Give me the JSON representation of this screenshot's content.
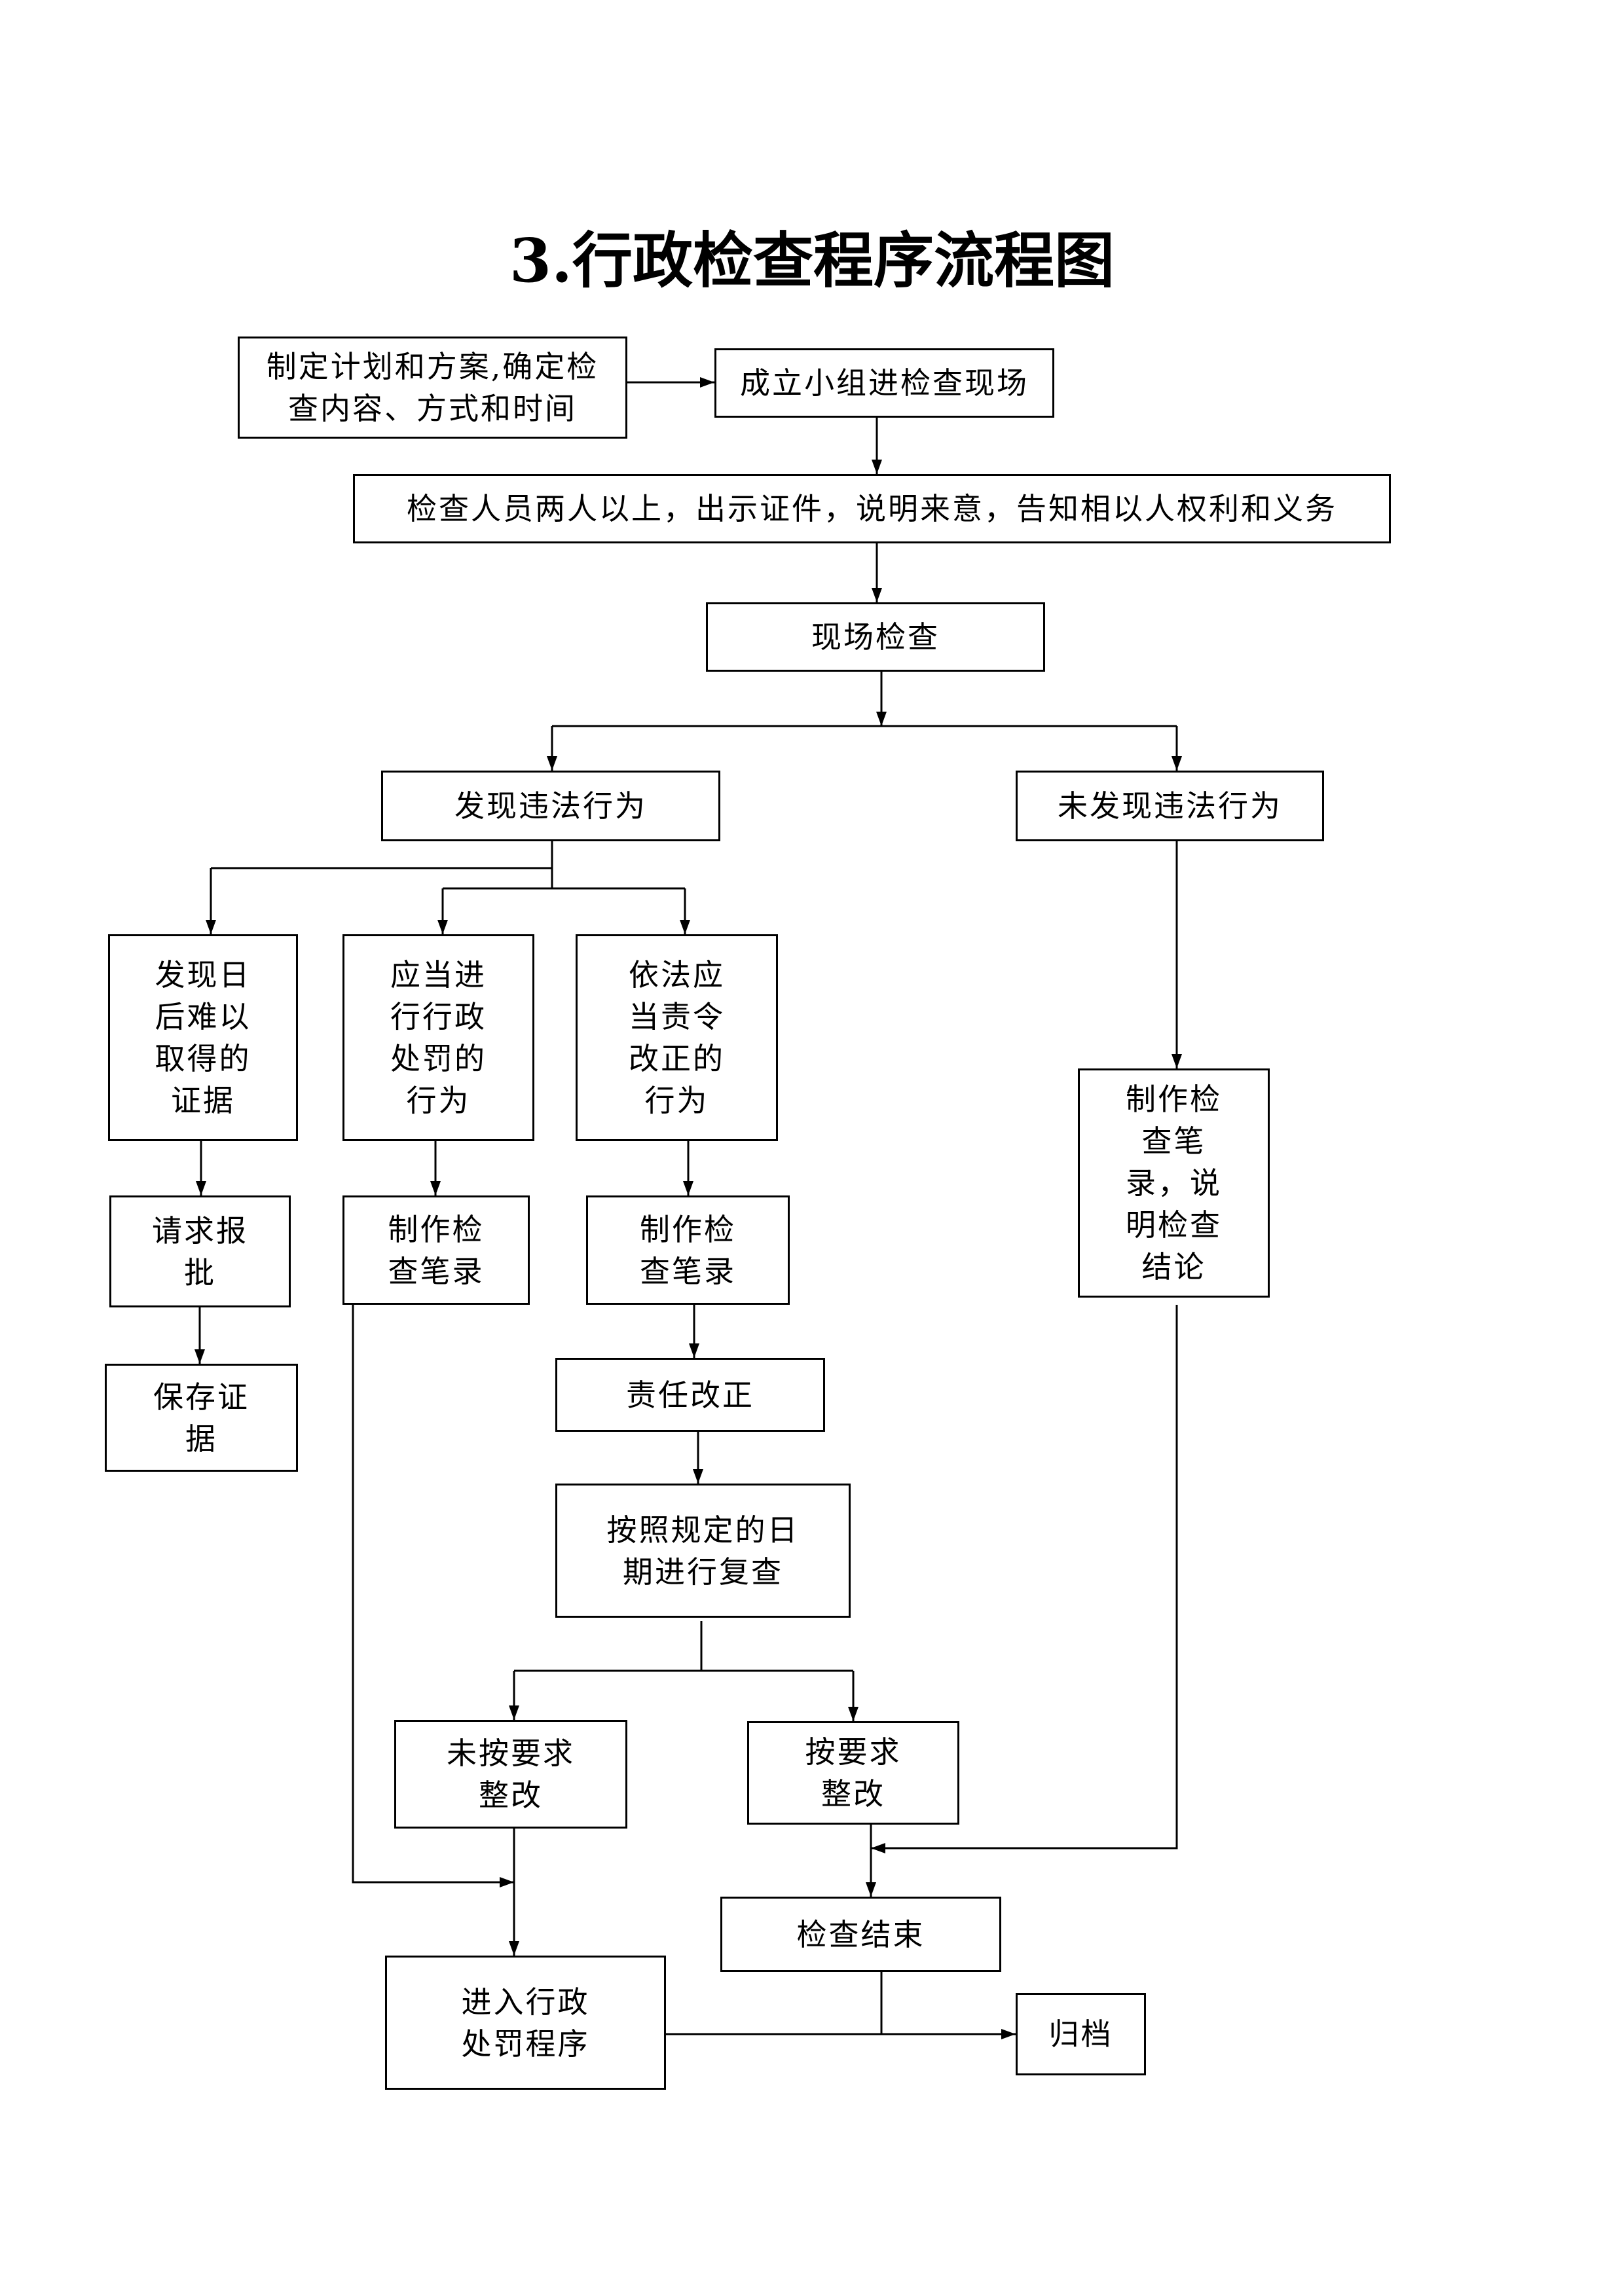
{
  "title": "3.行政检查程序流程图",
  "boxes": {
    "plan": "制定计划和方案,确定检\n查内容、方式和时间",
    "team": "成立小组进检查现场",
    "notify": "检查人员两人以上，出示证件，说明来意，告知相以人权利和义务",
    "on_site": "现场检查",
    "violation_found": "发现违法行为",
    "no_violation": "未发现违法行为",
    "evidence": "发现日\n后难以\n取得的\n证据",
    "penalty_case": "应当进\n行行政\n处罚的\n行为",
    "correction_case": "依法应\n当责令\n改正的\n行为",
    "record_conclusion": "制作检\n查笔\n录，说\n明检查\n结论",
    "request_approval": "请求报\n批",
    "preserve_evidence": "保存证\n据",
    "record_penalty": "制作检\n查笔录",
    "record_correction": "制作检\n查笔录",
    "order_correction": "责任改正",
    "review": "按照规定的日\n期进行复查",
    "not_rectified": "未按要求\n整改",
    "rectified": "按要求\n整改",
    "penalty_procedure": "进入行政\n处罚程序",
    "end": "检查结束",
    "archive": "归档"
  }
}
